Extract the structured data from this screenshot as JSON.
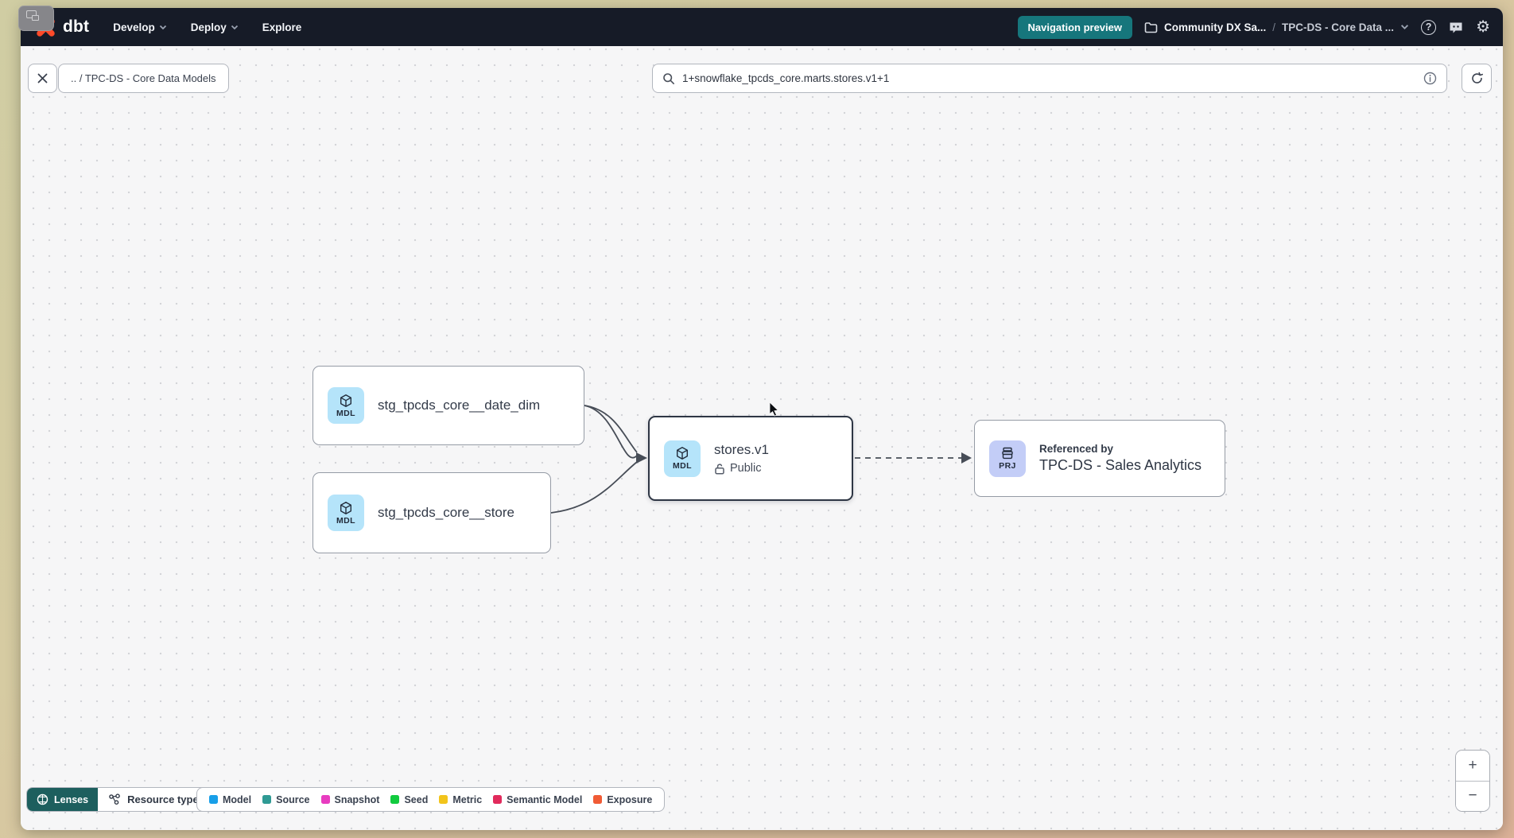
{
  "navbar": {
    "logo": "dbt",
    "menus": [
      {
        "label": "Develop"
      },
      {
        "label": "Deploy"
      },
      {
        "label": "Explore"
      }
    ],
    "preview_badge": "Navigation preview",
    "breadcrumb": {
      "account": "Community DX Sa...",
      "separator": "/",
      "project": "TPC-DS - Core Data ..."
    }
  },
  "toolbar": {
    "back_breadcrumb": ".. / TPC-DS - Core Data Models",
    "search_value": "1+snowflake_tpcds_core.marts.stores.v1+1"
  },
  "graph": {
    "nodes": [
      {
        "badge": "MDL",
        "title": "stg_tpcds_core__date_dim"
      },
      {
        "badge": "MDL",
        "title": "stg_tpcds_core__store"
      },
      {
        "badge": "MDL",
        "title": "stores.v1",
        "access": "Public"
      },
      {
        "badge": "PRJ",
        "pretitle": "Referenced by",
        "title": "TPC-DS - Sales Analytics"
      }
    ]
  },
  "footer": {
    "lenses_label": "Lenses",
    "resource_type_label": "Resource type",
    "legend": [
      {
        "label": "Model",
        "color": "#189fe8",
        "swatch_style": "background:#189fe8"
      },
      {
        "label": "Source",
        "color": "#2f9a94",
        "swatch_style": "background:#2f9a94"
      },
      {
        "label": "Snapshot",
        "color": "#e83cc0",
        "swatch_style": "background:#e83cc0"
      },
      {
        "label": "Seed",
        "color": "#12cb3f",
        "swatch_style": "background:#12cb3f"
      },
      {
        "label": "Metric",
        "color": "#f2c41b",
        "swatch_style": "background:#f2c41b"
      },
      {
        "label": "Semantic Model",
        "color": "#e12a5c",
        "swatch_style": "background:#e12a5c"
      },
      {
        "label": "Exposure",
        "color": "#f05b35",
        "swatch_style": "background:#f05b35"
      }
    ]
  },
  "zoom_controls": {
    "zoom_in": "+",
    "zoom_out": "−"
  },
  "colors": {
    "navbar_bg": "#161b27",
    "accent_teal": "#16767c",
    "logo_orange": "#ff4a29",
    "model_badge_bg": "#b5e4fa",
    "project_badge_bg": "#c3cdf7",
    "selected_border": "#2e3644"
  }
}
